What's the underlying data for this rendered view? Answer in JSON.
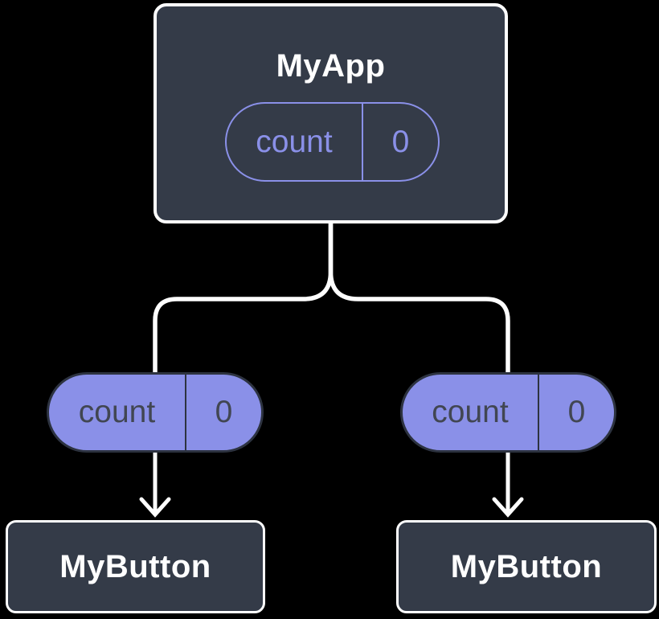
{
  "colors": {
    "background": "#000000",
    "node_fill": "#343B48",
    "node_border": "#FFFFFF",
    "accent": "#8A90E8",
    "pill_border": "#2D3340",
    "pill_text": "#414652",
    "connector": "#FFFFFF",
    "title_text": "#FFFFFF"
  },
  "root_node": {
    "title": "MyApp",
    "state_pill": {
      "name": "count",
      "value": "0"
    }
  },
  "prop_pills": [
    {
      "name": "count",
      "value": "0"
    },
    {
      "name": "count",
      "value": "0"
    }
  ],
  "child_nodes": [
    {
      "title": "MyButton"
    },
    {
      "title": "MyButton"
    }
  ]
}
